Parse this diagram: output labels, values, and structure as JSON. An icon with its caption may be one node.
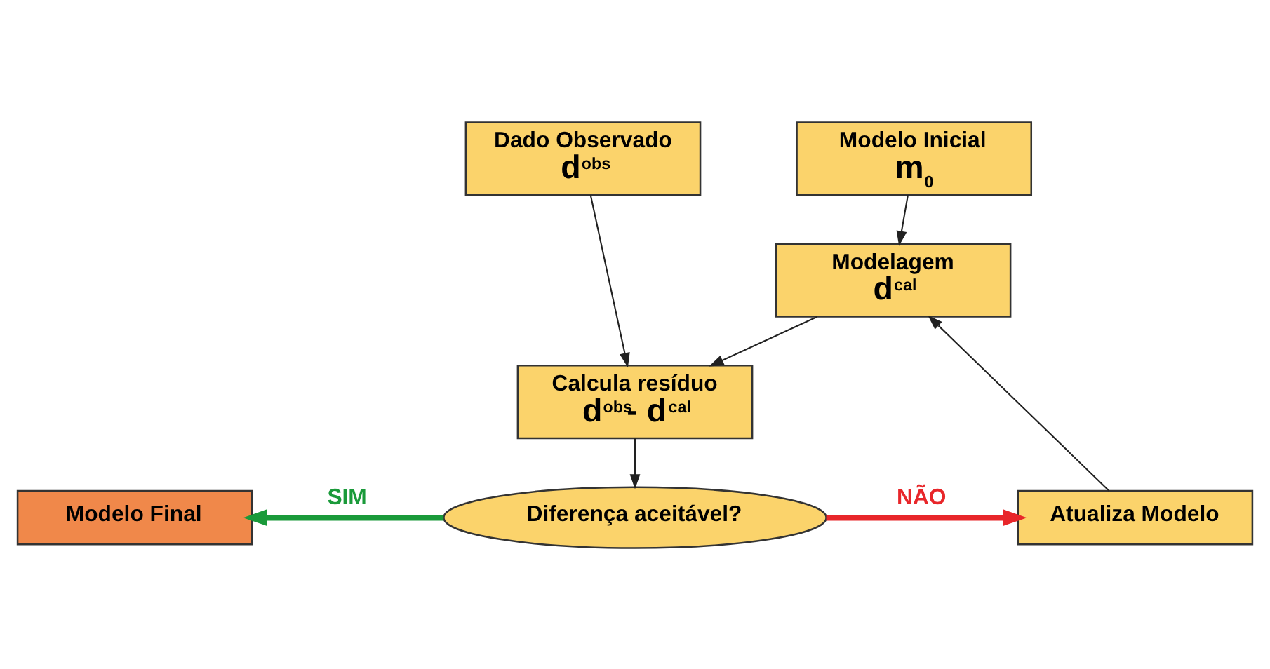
{
  "diagram": {
    "nodes": [
      {
        "text": [
          "Dado Observado",
          "d$^{obs}$"
        ]
      },
      {
        "text": [
          "Modelo Inicial",
          "m$_{0}$"
        ]
      },
      {
        "text": [
          "Modelagem",
          "d$^{cal}$"
        ]
      },
      {
        "text": [
          "Calcula resíduo",
          "d$^{obs}$- d$^{cal}$"
        ]
      },
      {
        "text": [
          "Diferença aceitável?"
        ]
      },
      {
        "text": [
          "Modelo Final"
        ]
      },
      {
        "text": [
          "Atualiza Modelo"
        ]
      }
    ],
    "edges": [
      {
        "from": 0,
        "to": 3,
        "arrow": "to"
      },
      {
        "from": 1,
        "to": 2,
        "arrow": "to"
      },
      {
        "from": 2,
        "to": 3,
        "arrow": "to"
      },
      {
        "from": 3,
        "to": 4,
        "arrow": "to"
      },
      {
        "from": 4,
        "to": 5,
        "arrow": "to",
        "label": "SIM",
        "style": "thick",
        "color": "#1a9a3a"
      },
      {
        "from": 4,
        "to": 6,
        "arrow": "to",
        "label": "NÃO",
        "style": "thick",
        "color": "#e8262a"
      },
      {
        "from": 6,
        "to": 2,
        "arrow": "to"
      }
    ]
  }
}
